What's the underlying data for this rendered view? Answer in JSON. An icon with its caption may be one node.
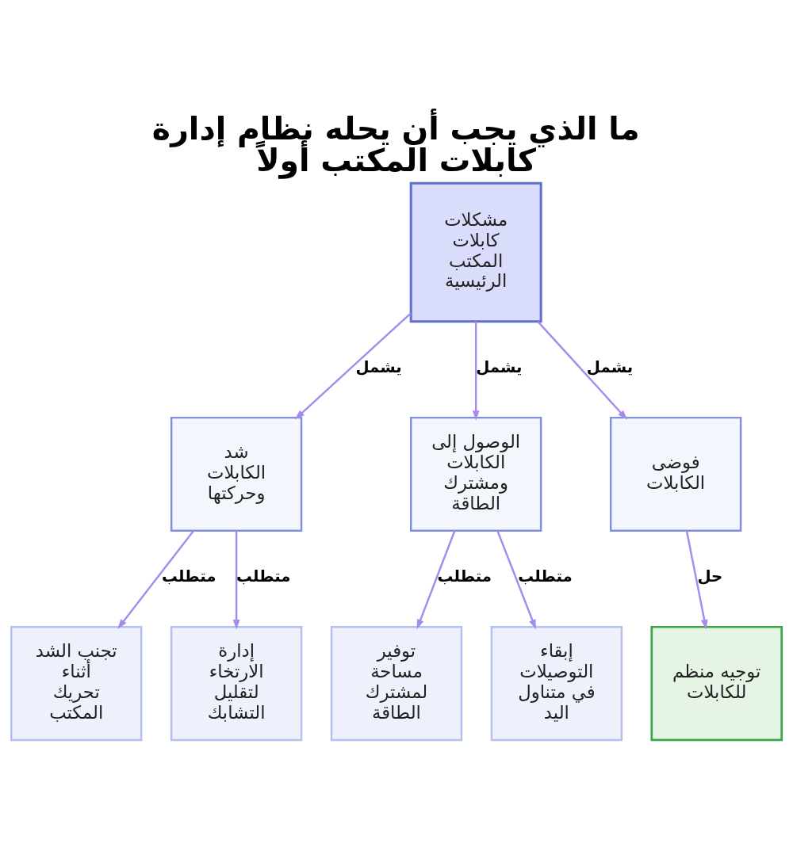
{
  "diagram": {
    "title": "ما الذي يجب أن يحله نظام إدارة كابلات المكتب أولاً",
    "nodes": [
      {
        "text": [
          "مشكلات كابلات المكتب الرئيسية"
        ]
      },
      {
        "text": [
          "شد الكابلات وحركتها"
        ]
      },
      {
        "text": [
          "الوصول إلى الكابلات ومشترك الطاقة"
        ]
      },
      {
        "text": [
          "فوضى الكابلات"
        ]
      },
      {
        "text": [
          "تجنب الشد أثناء تحريك المكتب"
        ]
      },
      {
        "text": [
          "إدارة الارتخاء لتقليل التشابك"
        ]
      },
      {
        "text": [
          "توفير مساحة لمشترك الطاقة"
        ]
      },
      {
        "text": [
          "إبقاء التوصيلات في متناول اليد"
        ]
      },
      {
        "text": [
          "توجيه منظم للكابلات"
        ]
      }
    ],
    "edges": [
      {
        "from": 0,
        "to": 1,
        "arrow": "to",
        "label": "يشمل"
      },
      {
        "from": 0,
        "to": 2,
        "arrow": "to",
        "label": "يشمل"
      },
      {
        "from": 0,
        "to": 3,
        "arrow": "to",
        "label": "يشمل"
      },
      {
        "from": 1,
        "to": 4,
        "arrow": "to",
        "label": "متطلب"
      },
      {
        "from": 1,
        "to": 5,
        "arrow": "to",
        "label": "متطلب"
      },
      {
        "from": 2,
        "to": 6,
        "arrow": "to",
        "label": "متطلب"
      },
      {
        "from": 2,
        "to": 7,
        "arrow": "to",
        "label": "متطلب"
      },
      {
        "from": 3,
        "to": 8,
        "arrow": "to",
        "label": "حل"
      }
    ]
  }
}
